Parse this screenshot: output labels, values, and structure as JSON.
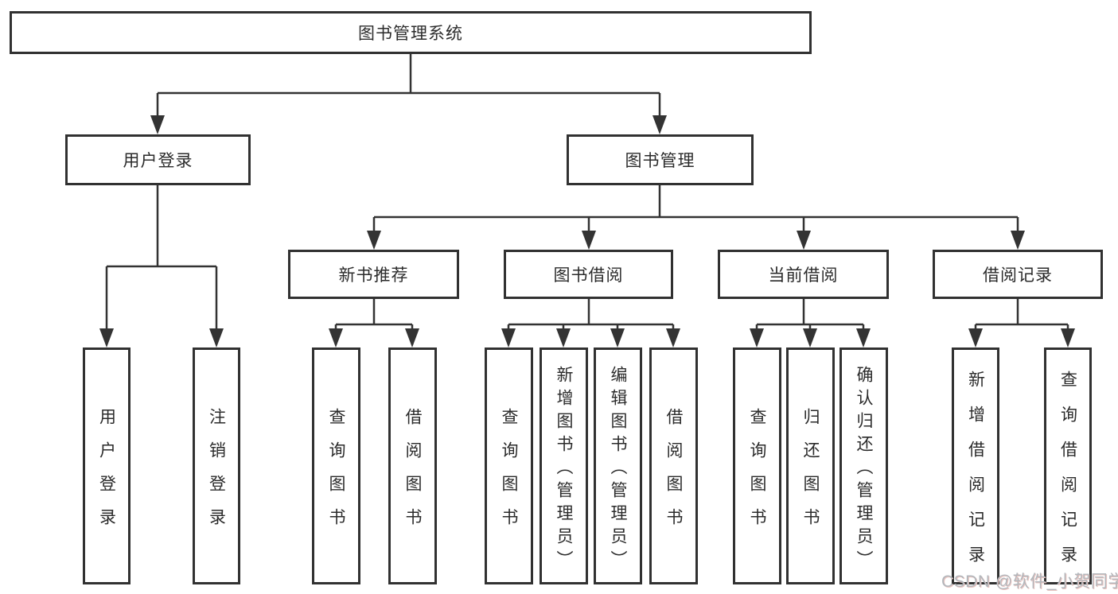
{
  "diagram": {
    "root": {
      "label": "图书管理系统"
    },
    "level2": [
      {
        "label": "用户登录"
      },
      {
        "label": "图书管理"
      }
    ],
    "level3": [
      {
        "label": "新书推荐"
      },
      {
        "label": "图书借阅"
      },
      {
        "label": "当前借阅"
      },
      {
        "label": "借阅记录"
      }
    ],
    "leaves": {
      "user_login": [
        {
          "label": "用户登录"
        },
        {
          "label": "注销登录"
        }
      ],
      "new_book": [
        {
          "label": "查询图书"
        },
        {
          "label": "借阅图书"
        }
      ],
      "book_borrow": [
        {
          "label": "查询图书"
        },
        {
          "label": "新增图书（管理员）"
        },
        {
          "label": "编辑图书（管理员）"
        },
        {
          "label": "借阅图书"
        }
      ],
      "current_borrow": [
        {
          "label": "查询图书"
        },
        {
          "label": "归还图书"
        },
        {
          "label": "确认归还（管理员）"
        }
      ],
      "borrow_record": [
        {
          "label": "新增借阅记录"
        },
        {
          "label": "查询借阅记录"
        }
      ]
    }
  },
  "watermark": {
    "text": "CSDN @软件_小贺同学"
  },
  "colors": {
    "line": "#333333",
    "node_border": "#313131",
    "node_text": "#2b2b2b",
    "watermark_text": "#b3b7bc"
  }
}
